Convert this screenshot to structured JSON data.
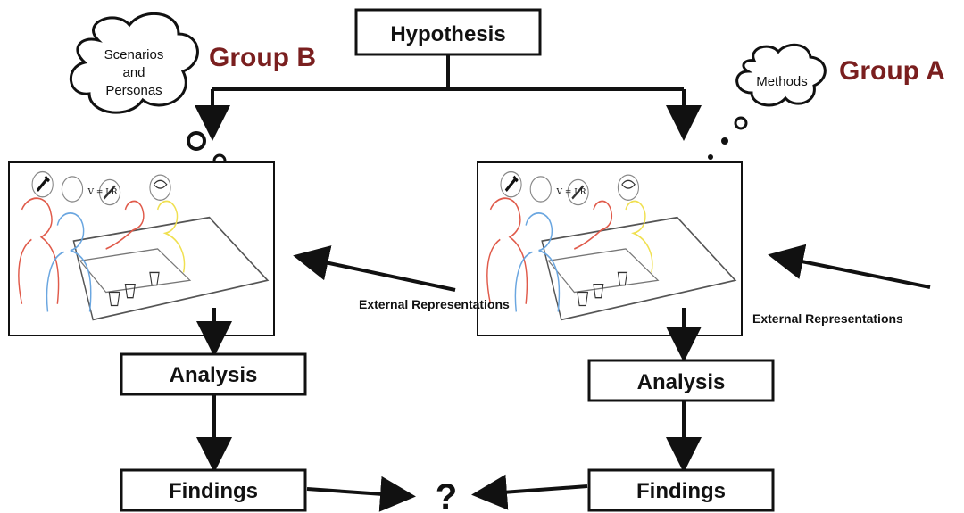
{
  "hypothesis": "Hypothesis",
  "group_b": {
    "label": "Group B",
    "thought_line1": "Scenarios",
    "thought_line2": "and",
    "thought_line3": "Personas"
  },
  "group_a": {
    "label": "Group A",
    "thought": "Methods"
  },
  "external_representations": "External Representations",
  "analysis": "Analysis",
  "findings": "Findings",
  "question_mark": "?",
  "formula": "V = I·R",
  "colors": {
    "group_label": "#7a1f1f",
    "person_red": "#e05a4a",
    "person_blue": "#6aa6e0",
    "person_yellow": "#f0e050",
    "stroke": "#111111"
  }
}
